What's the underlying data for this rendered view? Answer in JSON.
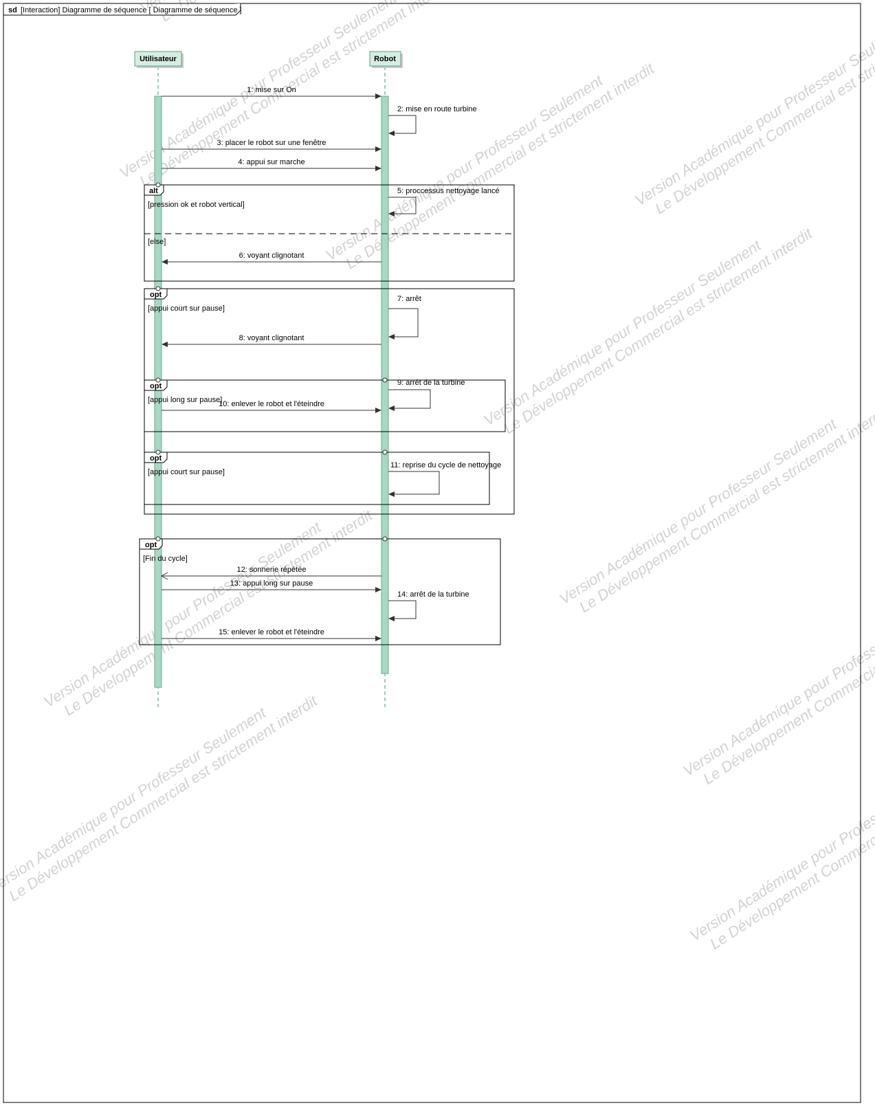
{
  "header": {
    "kind": "sd",
    "title": "[Interaction] Diagramme de séquence [ Diagramme de séquence ]"
  },
  "participants": [
    {
      "id": "user",
      "label": "Utilisateur"
    },
    {
      "id": "robot",
      "label": "Robot"
    }
  ],
  "fragments": [
    {
      "id": "alt1",
      "operator": "alt",
      "guard": "[pression ok et robot vertical]",
      "else_guard": "[else]"
    },
    {
      "id": "opt1",
      "operator": "opt",
      "guard": "[appui court sur pause]"
    },
    {
      "id": "opt2",
      "operator": "opt",
      "guard": "[appui long sur pause]"
    },
    {
      "id": "opt3",
      "operator": "opt",
      "guard": "[appui court sur pause]"
    },
    {
      "id": "opt4",
      "operator": "opt",
      "guard": "[Fin du cycle]"
    }
  ],
  "messages": [
    {
      "label": "1: mise sur On",
      "from": "user",
      "to": "robot",
      "type": "sync"
    },
    {
      "label": "2: mise en route turbine",
      "from": "robot",
      "to": "robot",
      "type": "self"
    },
    {
      "label": "3: placer le robot sur une fenêtre",
      "from": "user",
      "to": "robot",
      "type": "sync"
    },
    {
      "label": "4: appui sur marche",
      "from": "user",
      "to": "robot",
      "type": "sync"
    },
    {
      "label": "5: proccessus nettoyage lancé",
      "from": "robot",
      "to": "robot",
      "type": "self"
    },
    {
      "label": "6: voyant clignotant",
      "from": "robot",
      "to": "user",
      "type": "sync"
    },
    {
      "label": "7: arrêt",
      "from": "robot",
      "to": "robot",
      "type": "self"
    },
    {
      "label": "8: voyant clignotant",
      "from": "robot",
      "to": "user",
      "type": "sync"
    },
    {
      "label": "9: arrêt de la turbine",
      "from": "robot",
      "to": "robot",
      "type": "self"
    },
    {
      "label": "10: enlever le robot et l'éteindre",
      "from": "user",
      "to": "robot",
      "type": "sync"
    },
    {
      "label": "11: reprise du cycle de nettoyage",
      "from": "robot",
      "to": "robot",
      "type": "self"
    },
    {
      "label": "12: sonnerie répétée",
      "from": "robot",
      "to": "user",
      "type": "async"
    },
    {
      "label": "13: appui long sur pause",
      "from": "user",
      "to": "robot",
      "type": "sync"
    },
    {
      "label": "14: arrêt de la turbine",
      "from": "robot",
      "to": "robot",
      "type": "self"
    },
    {
      "label": "15: enlever le robot et l'éteindre",
      "from": "user",
      "to": "robot",
      "type": "sync"
    }
  ],
  "watermark": {
    "line1": "Version Académique pour Professeur Seulement",
    "line2": "Le Développement Commercial est strictement interdit"
  },
  "colors": {
    "lifeline": "#3a9a7a",
    "activation_fill": "#a9d8c2",
    "participant_fill": "#d6eee2",
    "watermark": "#d2d2d2"
  }
}
